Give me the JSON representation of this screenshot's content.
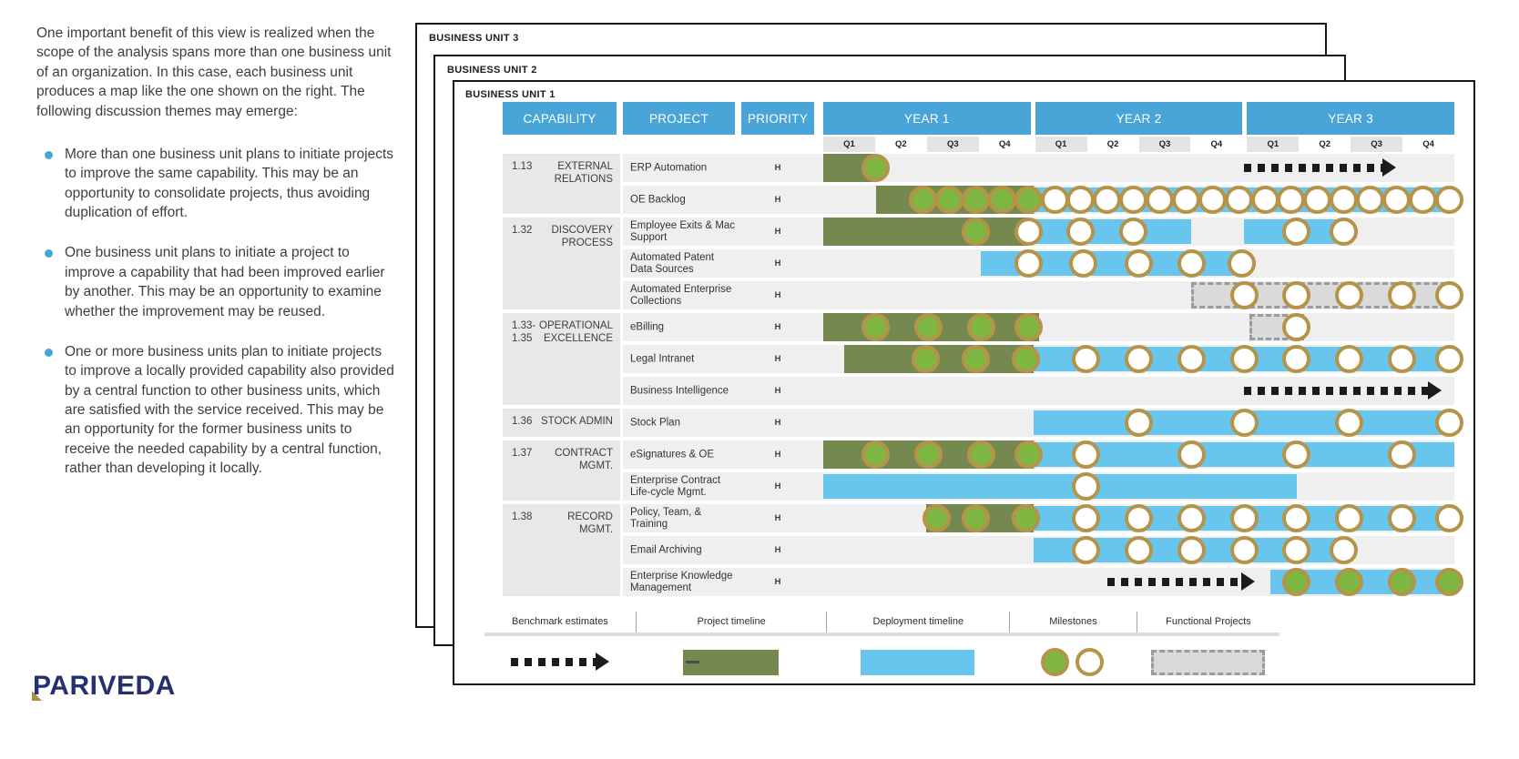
{
  "left_panel": {
    "intro": "One important benefit of this view is realized when the scope of the analysis spans more than one business unit of an organization. In this case, each business unit produces a map like the one shown on the right. The following discussion themes may emerge:",
    "bullets": [
      "More than one business unit plans to initiate projects to improve the same capability. This may be an opportunity to consolidate projects, thus avoiding duplication of effort.",
      "One business unit plans to initiate a project to improve a capability that had been improved earlier by another. This may be an opportunity to examine whether the improvement may be reused.",
      "One or more business units plan to initiate projects to improve a locally provided capability also provided by a central function to other business units, which are satisfied with the service received. This may be an opportunity for the former business units to receive the needed capability by a central function, rather than developing it locally."
    ]
  },
  "logo": {
    "text": "PARIVEDA"
  },
  "cards": [
    {
      "label": "BUSINESS UNIT 3"
    },
    {
      "label": "BUSINESS UNIT 2"
    },
    {
      "label": "BUSINESS UNIT 1"
    }
  ],
  "colors": {
    "header_blue": "#49a5d8",
    "project_green": "#75884f",
    "deployment_blue": "#68c6ee",
    "milestone_green": "#7db742",
    "milestone_ring": "#b5944a",
    "functional_bg": "#dadada",
    "functional_border": "#9b9b9b",
    "arrow_black": "#1b1b1b",
    "row_bg": "#f0efef",
    "capability_bg": "#e9e8e8",
    "bullet_blue": "#44a5da",
    "logo_navy": "#25316e",
    "logo_gold": "#b08e3c"
  },
  "chart_data": {
    "type": "gantt",
    "columns": [
      "CAPABILITY",
      "PROJECT",
      "PRIORITY"
    ],
    "years": [
      "YEAR 1",
      "YEAR 2",
      "YEAR 3"
    ],
    "quarters": [
      "Q1",
      "Q2",
      "Q3",
      "Q4"
    ],
    "axis_units": "quarters (0-12 spanning Year 1 Q1 through Year 3 Q4)",
    "groups": [
      {
        "num": "1.13",
        "name": "EXTERNAL RELATIONS",
        "rows": [
          {
            "project": "ERP Automation",
            "priority": "H",
            "bars": [
              {
                "type": "project",
                "start": 0,
                "end": 1
              }
            ],
            "milestones": [
              {
                "pos": 1,
                "kind": "green"
              }
            ],
            "arrows": [
              {
                "start": 8,
                "end": 10.9
              }
            ]
          },
          {
            "project": "OE Backlog",
            "priority": "H",
            "bars": [
              {
                "type": "project",
                "start": 1,
                "end": 4
              },
              {
                "type": "deployment",
                "start": 4,
                "end": 12
              }
            ],
            "milestones": [
              {
                "pos": 1.9,
                "kind": "green"
              },
              {
                "pos": 2.4,
                "kind": "green"
              },
              {
                "pos": 2.9,
                "kind": "green"
              },
              {
                "pos": 3.4,
                "kind": "green"
              },
              {
                "pos": 3.9,
                "kind": "green"
              },
              {
                "pos": 4.4,
                "kind": "white"
              },
              {
                "pos": 4.9,
                "kind": "white"
              },
              {
                "pos": 5.4,
                "kind": "white"
              },
              {
                "pos": 5.9,
                "kind": "white"
              },
              {
                "pos": 6.4,
                "kind": "white"
              },
              {
                "pos": 6.9,
                "kind": "white"
              },
              {
                "pos": 7.4,
                "kind": "white"
              },
              {
                "pos": 7.9,
                "kind": "white"
              },
              {
                "pos": 8.4,
                "kind": "white"
              },
              {
                "pos": 8.9,
                "kind": "white"
              },
              {
                "pos": 9.4,
                "kind": "white"
              },
              {
                "pos": 9.9,
                "kind": "white"
              },
              {
                "pos": 10.4,
                "kind": "white"
              },
              {
                "pos": 10.9,
                "kind": "white"
              },
              {
                "pos": 11.4,
                "kind": "white"
              },
              {
                "pos": 11.9,
                "kind": "white"
              }
            ],
            "arrows": []
          }
        ]
      },
      {
        "num": "1.32",
        "name": "DISCOVERY PROCESS",
        "rows": [
          {
            "project": "Employee Exits & Mac Support",
            "priority": "H",
            "bars": [
              {
                "type": "project",
                "start": 0,
                "end": 3.9
              },
              {
                "type": "deployment",
                "start": 3.9,
                "end": 7
              },
              {
                "type": "deployment",
                "start": 8,
                "end": 10
              }
            ],
            "milestones": [
              {
                "pos": 2.9,
                "kind": "green"
              },
              {
                "pos": 3.9,
                "kind": "white"
              },
              {
                "pos": 4.9,
                "kind": "white"
              },
              {
                "pos": 5.9,
                "kind": "white"
              },
              {
                "pos": 9,
                "kind": "white"
              },
              {
                "pos": 9.9,
                "kind": "white"
              }
            ],
            "arrows": []
          },
          {
            "project": "Automated Patent Data Sources",
            "priority": "H",
            "bars": [
              {
                "type": "deployment",
                "start": 3,
                "end": 8
              }
            ],
            "milestones": [
              {
                "pos": 3.9,
                "kind": "white"
              },
              {
                "pos": 4.95,
                "kind": "white"
              },
              {
                "pos": 6,
                "kind": "white"
              },
              {
                "pos": 7,
                "kind": "white"
              },
              {
                "pos": 7.95,
                "kind": "white"
              }
            ],
            "arrows": []
          },
          {
            "project": "Automated Enterprise Collections",
            "priority": "H",
            "bars": [
              {
                "type": "functional",
                "start": 7,
                "end": 12
              }
            ],
            "milestones": [
              {
                "pos": 8,
                "kind": "white"
              },
              {
                "pos": 9,
                "kind": "white"
              },
              {
                "pos": 10,
                "kind": "white"
              },
              {
                "pos": 11,
                "kind": "white"
              },
              {
                "pos": 11.9,
                "kind": "white"
              }
            ],
            "arrows": []
          }
        ]
      },
      {
        "num": "1.33-\n1.35",
        "name": "OPERATIONAL EXCELLENCE",
        "rows": [
          {
            "project": "eBilling",
            "priority": "H",
            "bars": [
              {
                "type": "project",
                "start": 0,
                "end": 4.1
              },
              {
                "type": "functional",
                "start": 8.1,
                "end": 9.15
              }
            ],
            "milestones": [
              {
                "pos": 1,
                "kind": "green"
              },
              {
                "pos": 2,
                "kind": "green"
              },
              {
                "pos": 3,
                "kind": "green"
              },
              {
                "pos": 3.9,
                "kind": "green"
              },
              {
                "pos": 9,
                "kind": "white"
              }
            ],
            "arrows": []
          },
          {
            "project": "Legal Intranet",
            "priority": "H",
            "bars": [
              {
                "type": "project",
                "start": 0.4,
                "end": 4
              },
              {
                "type": "deployment",
                "start": 4,
                "end": 12
              }
            ],
            "milestones": [
              {
                "pos": 1.95,
                "kind": "green"
              },
              {
                "pos": 2.9,
                "kind": "green"
              },
              {
                "pos": 3.85,
                "kind": "green"
              },
              {
                "pos": 5,
                "kind": "white"
              },
              {
                "pos": 6,
                "kind": "white"
              },
              {
                "pos": 7,
                "kind": "white"
              },
              {
                "pos": 8,
                "kind": "white"
              },
              {
                "pos": 9,
                "kind": "white"
              },
              {
                "pos": 10,
                "kind": "white"
              },
              {
                "pos": 11,
                "kind": "white"
              },
              {
                "pos": 11.9,
                "kind": "white"
              }
            ],
            "arrows": []
          },
          {
            "project": "Business Intelligence",
            "priority": "H",
            "bars": [],
            "milestones": [],
            "arrows": [
              {
                "start": 8,
                "end": 11.75
              }
            ]
          }
        ]
      },
      {
        "num": "1.36",
        "name": "STOCK ADMIN",
        "rows": [
          {
            "project": "Stock Plan",
            "priority": "H",
            "bars": [
              {
                "type": "deployment",
                "start": 4,
                "end": 12
              }
            ],
            "milestones": [
              {
                "pos": 6,
                "kind": "white"
              },
              {
                "pos": 8,
                "kind": "white"
              },
              {
                "pos": 10,
                "kind": "white"
              },
              {
                "pos": 11.9,
                "kind": "white"
              }
            ],
            "arrows": []
          }
        ]
      },
      {
        "num": "1.37",
        "name": "CONTRACT MGMT.",
        "rows": [
          {
            "project": "eSignatures & OE",
            "priority": "H",
            "bars": [
              {
                "type": "project",
                "start": 0,
                "end": 4
              },
              {
                "type": "deployment",
                "start": 4,
                "end": 12
              }
            ],
            "milestones": [
              {
                "pos": 1,
                "kind": "green"
              },
              {
                "pos": 2,
                "kind": "green"
              },
              {
                "pos": 3,
                "kind": "green"
              },
              {
                "pos": 3.9,
                "kind": "green"
              },
              {
                "pos": 5,
                "kind": "white"
              },
              {
                "pos": 7,
                "kind": "white"
              },
              {
                "pos": 9,
                "kind": "white"
              },
              {
                "pos": 11,
                "kind": "white"
              }
            ],
            "arrows": []
          },
          {
            "project": "Enterprise Contract Life-cycle Mgmt.",
            "priority": "H",
            "bars": [
              {
                "type": "deployment",
                "start": 0,
                "end": 9
              }
            ],
            "milestones": [
              {
                "pos": 5,
                "kind": "white"
              }
            ],
            "arrows": []
          }
        ]
      },
      {
        "num": "1.38",
        "name": "RECORD MGMT.",
        "rows": [
          {
            "project": "Policy, Team, & Training",
            "priority": "H",
            "bars": [
              {
                "type": "project",
                "start": 1.95,
                "end": 4
              },
              {
                "type": "deployment",
                "start": 4,
                "end": 12
              }
            ],
            "milestones": [
              {
                "pos": 2.15,
                "kind": "green"
              },
              {
                "pos": 2.9,
                "kind": "green"
              },
              {
                "pos": 3.85,
                "kind": "green"
              },
              {
                "pos": 5,
                "kind": "white"
              },
              {
                "pos": 6,
                "kind": "white"
              },
              {
                "pos": 7,
                "kind": "white"
              },
              {
                "pos": 8,
                "kind": "white"
              },
              {
                "pos": 9,
                "kind": "white"
              },
              {
                "pos": 10,
                "kind": "white"
              },
              {
                "pos": 11,
                "kind": "white"
              },
              {
                "pos": 11.9,
                "kind": "white"
              }
            ],
            "arrows": []
          },
          {
            "project": "Email Archiving",
            "priority": "H",
            "bars": [
              {
                "type": "deployment",
                "start": 4,
                "end": 10
              }
            ],
            "milestones": [
              {
                "pos": 5,
                "kind": "white"
              },
              {
                "pos": 6,
                "kind": "white"
              },
              {
                "pos": 7,
                "kind": "white"
              },
              {
                "pos": 8,
                "kind": "white"
              },
              {
                "pos": 9,
                "kind": "white"
              },
              {
                "pos": 9.9,
                "kind": "white"
              }
            ],
            "arrows": []
          },
          {
            "project": "Enterprise Knowledge Management",
            "priority": "H",
            "bars": [
              {
                "type": "deployment",
                "start": 8.5,
                "end": 12
              }
            ],
            "milestones": [
              {
                "pos": 9,
                "kind": "green"
              },
              {
                "pos": 10,
                "kind": "green"
              },
              {
                "pos": 11,
                "kind": "green"
              },
              {
                "pos": 11.9,
                "kind": "green"
              }
            ],
            "arrows": [
              {
                "start": 5.4,
                "end": 8.2
              }
            ]
          }
        ]
      }
    ],
    "legend": [
      {
        "label": "Benchmark estimates",
        "icon": "benchmark-arrow"
      },
      {
        "label": "Project timeline",
        "icon": "project-bar"
      },
      {
        "label": "Deployment timeline",
        "icon": "deployment-bar"
      },
      {
        "label": "Milestones",
        "icon": "milestone-circles"
      },
      {
        "label": "Functional Projects",
        "icon": "functional-box"
      }
    ]
  }
}
